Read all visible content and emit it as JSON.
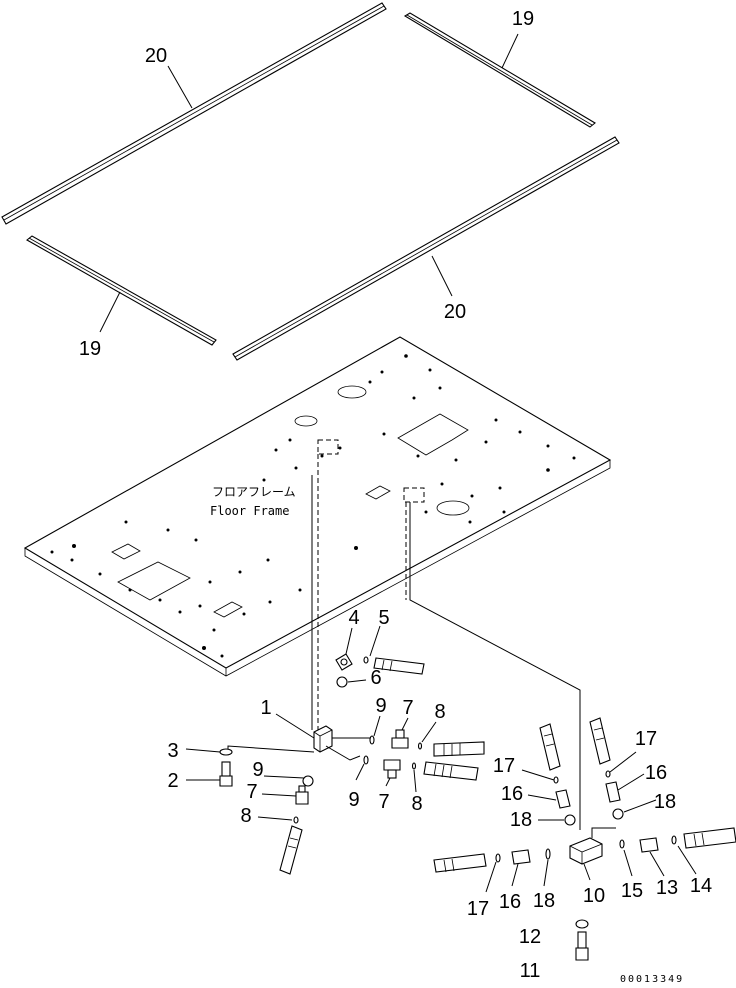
{
  "diagram": {
    "floor_frame_label_jp": "フロアフレーム",
    "floor_frame_label_en": "Floor Frame",
    "drawing_code": "00013349",
    "callouts": [
      {
        "id": "c20a",
        "text": "20"
      },
      {
        "id": "c19a",
        "text": "19"
      },
      {
        "id": "c20b",
        "text": "20"
      },
      {
        "id": "c19b",
        "text": "19"
      },
      {
        "id": "c4",
        "text": "4"
      },
      {
        "id": "c5",
        "text": "5"
      },
      {
        "id": "c6",
        "text": "6"
      },
      {
        "id": "c1",
        "text": "1"
      },
      {
        "id": "c9a",
        "text": "9"
      },
      {
        "id": "c7a",
        "text": "7"
      },
      {
        "id": "c8a",
        "text": "8"
      },
      {
        "id": "c3",
        "text": "3"
      },
      {
        "id": "c2",
        "text": "2"
      },
      {
        "id": "c9b",
        "text": "9"
      },
      {
        "id": "c7b",
        "text": "7"
      },
      {
        "id": "c8b",
        "text": "8"
      },
      {
        "id": "c9c",
        "text": "9"
      },
      {
        "id": "c7c",
        "text": "7"
      },
      {
        "id": "c8c",
        "text": "8"
      },
      {
        "id": "c17a",
        "text": "17"
      },
      {
        "id": "c16a",
        "text": "16"
      },
      {
        "id": "c18a",
        "text": "18"
      },
      {
        "id": "c17b",
        "text": "17"
      },
      {
        "id": "c16b",
        "text": "16"
      },
      {
        "id": "c18b",
        "text": "18"
      },
      {
        "id": "c17c",
        "text": "17"
      },
      {
        "id": "c16c",
        "text": "16"
      },
      {
        "id": "c18c",
        "text": "18"
      },
      {
        "id": "c10",
        "text": "10"
      },
      {
        "id": "c15",
        "text": "15"
      },
      {
        "id": "c13",
        "text": "13"
      },
      {
        "id": "c14",
        "text": "14"
      },
      {
        "id": "c12",
        "text": "12"
      },
      {
        "id": "c11",
        "text": "11"
      }
    ]
  }
}
